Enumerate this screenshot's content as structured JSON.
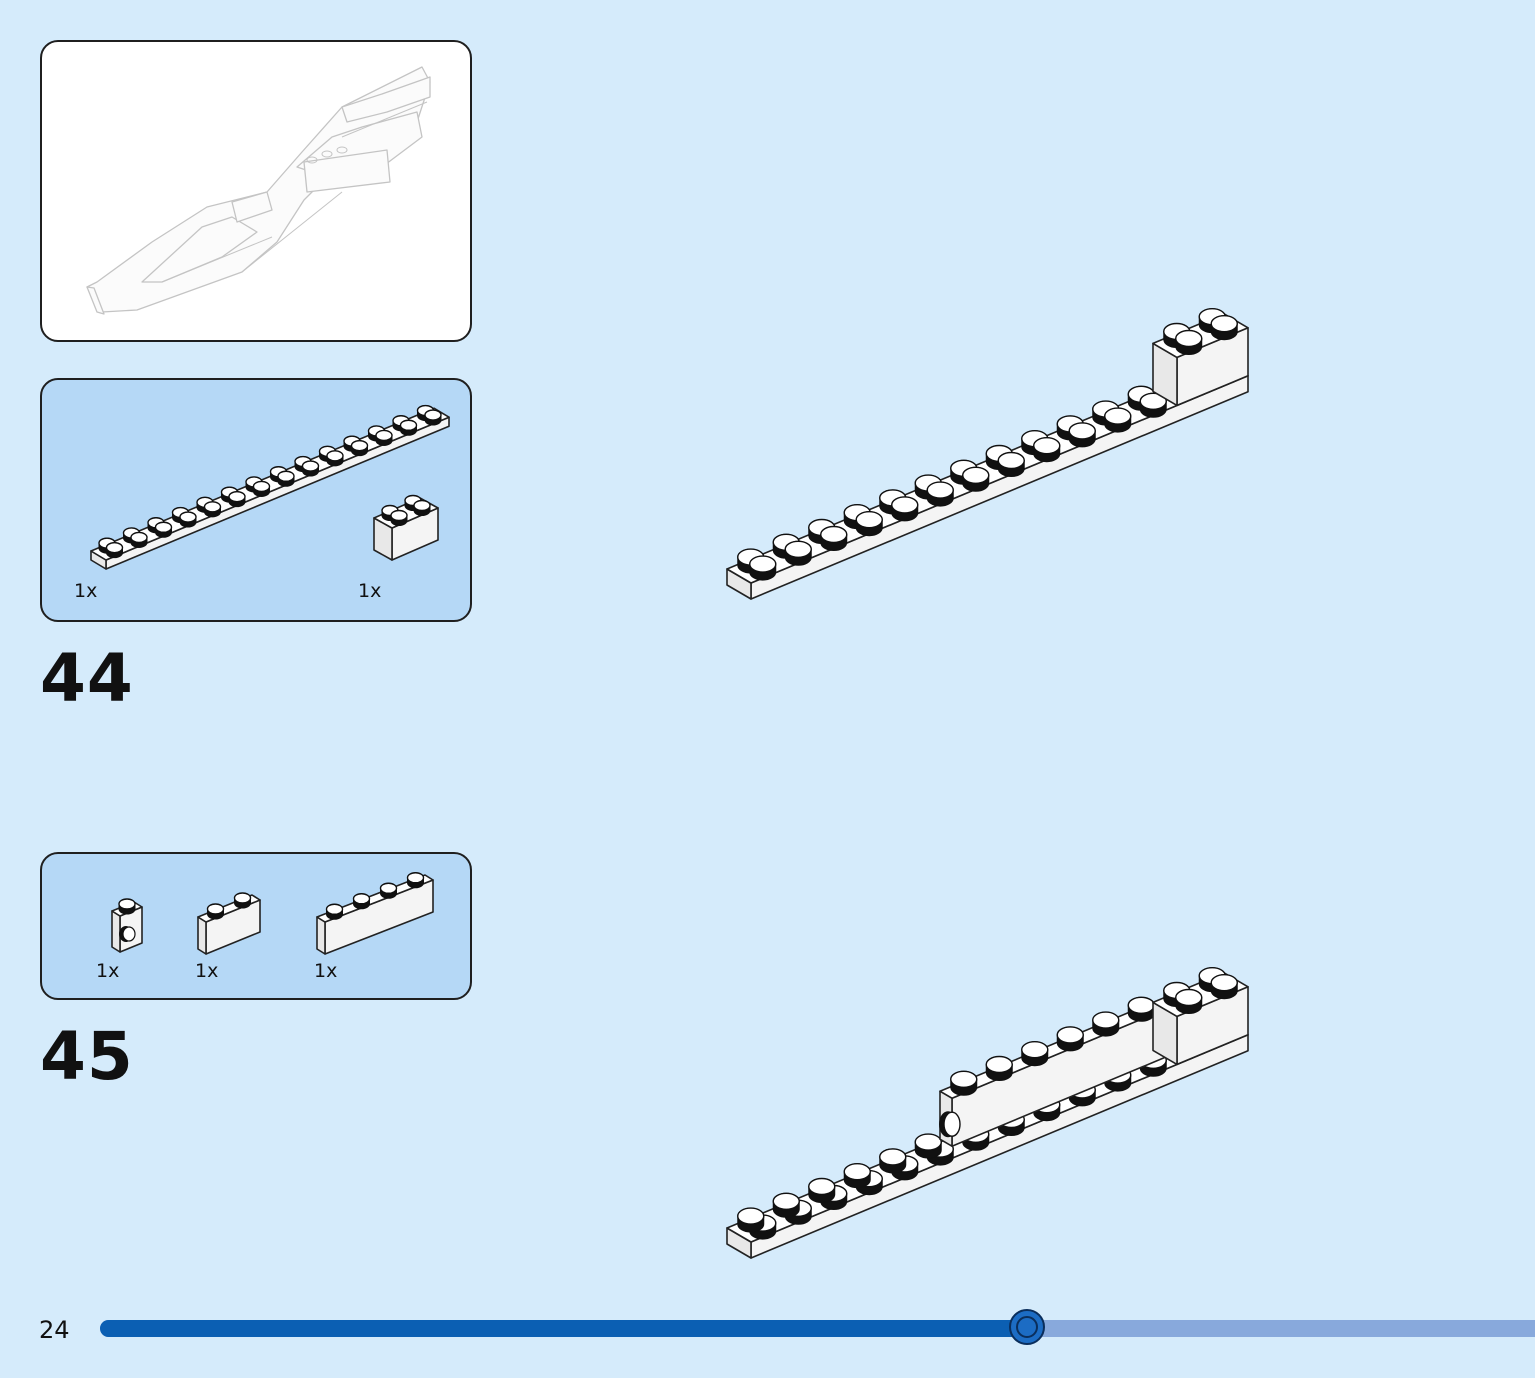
{
  "page_number": "24",
  "progress": {
    "fraction": 0.646
  },
  "steps": [
    {
      "number": "44",
      "parts": [
        {
          "qty": "1x"
        },
        {
          "qty": "1x"
        }
      ]
    },
    {
      "number": "45",
      "parts": [
        {
          "qty": "1x"
        },
        {
          "qty": "1x"
        },
        {
          "qty": "1x"
        }
      ]
    }
  ],
  "colors": {
    "background": "#d5ebfb",
    "parts_panel": "#b5d8f6",
    "progress_fill": "#0b5fb3",
    "progress_track": "#88a9dc"
  }
}
